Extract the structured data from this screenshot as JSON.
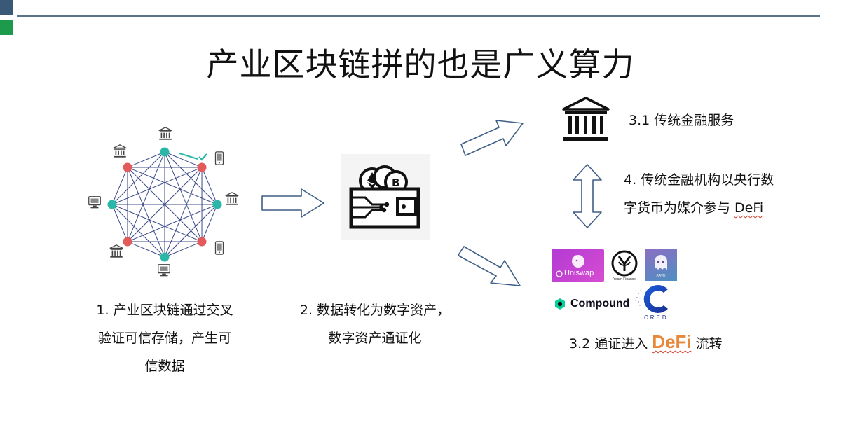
{
  "title": "产业区块链拼的也是广义算力",
  "step1": {
    "lines": [
      "1. 产业区块链通过交叉",
      "验证可信存储，产生可",
      "信数据"
    ]
  },
  "step2": {
    "lines": [
      "2. 数据转化为数字资产，",
      "数字资产通证化"
    ]
  },
  "step3_1": {
    "label": "3.1 传统金融服务"
  },
  "step4": {
    "line1": "4. 传统金融机构以央行数",
    "line2_prefix": "字货币为媒介参与 ",
    "line2_defi": "DeFi"
  },
  "step3_2": {
    "prefix": "3.2 通证进入 ",
    "defi": "DeFi",
    "suffix": " 流转"
  },
  "logos": {
    "uniswap": "Uniswap",
    "yearn_caption": "Yearn Finance",
    "aave_caption": "AAVE",
    "compound": "Compound",
    "cred": "CRED"
  },
  "colors": {
    "node_teal": "#2bb7a8",
    "node_red": "#e25a5a",
    "arrow_stroke": "#3e5f86",
    "defi_orange": "#e8883a",
    "check_green": "#2bb7a8"
  },
  "icons": [
    "bank-icon",
    "blockchain-network-icon",
    "crypto-wallet-icon",
    "arrow-right-icon",
    "double-arrow-vertical-icon"
  ]
}
